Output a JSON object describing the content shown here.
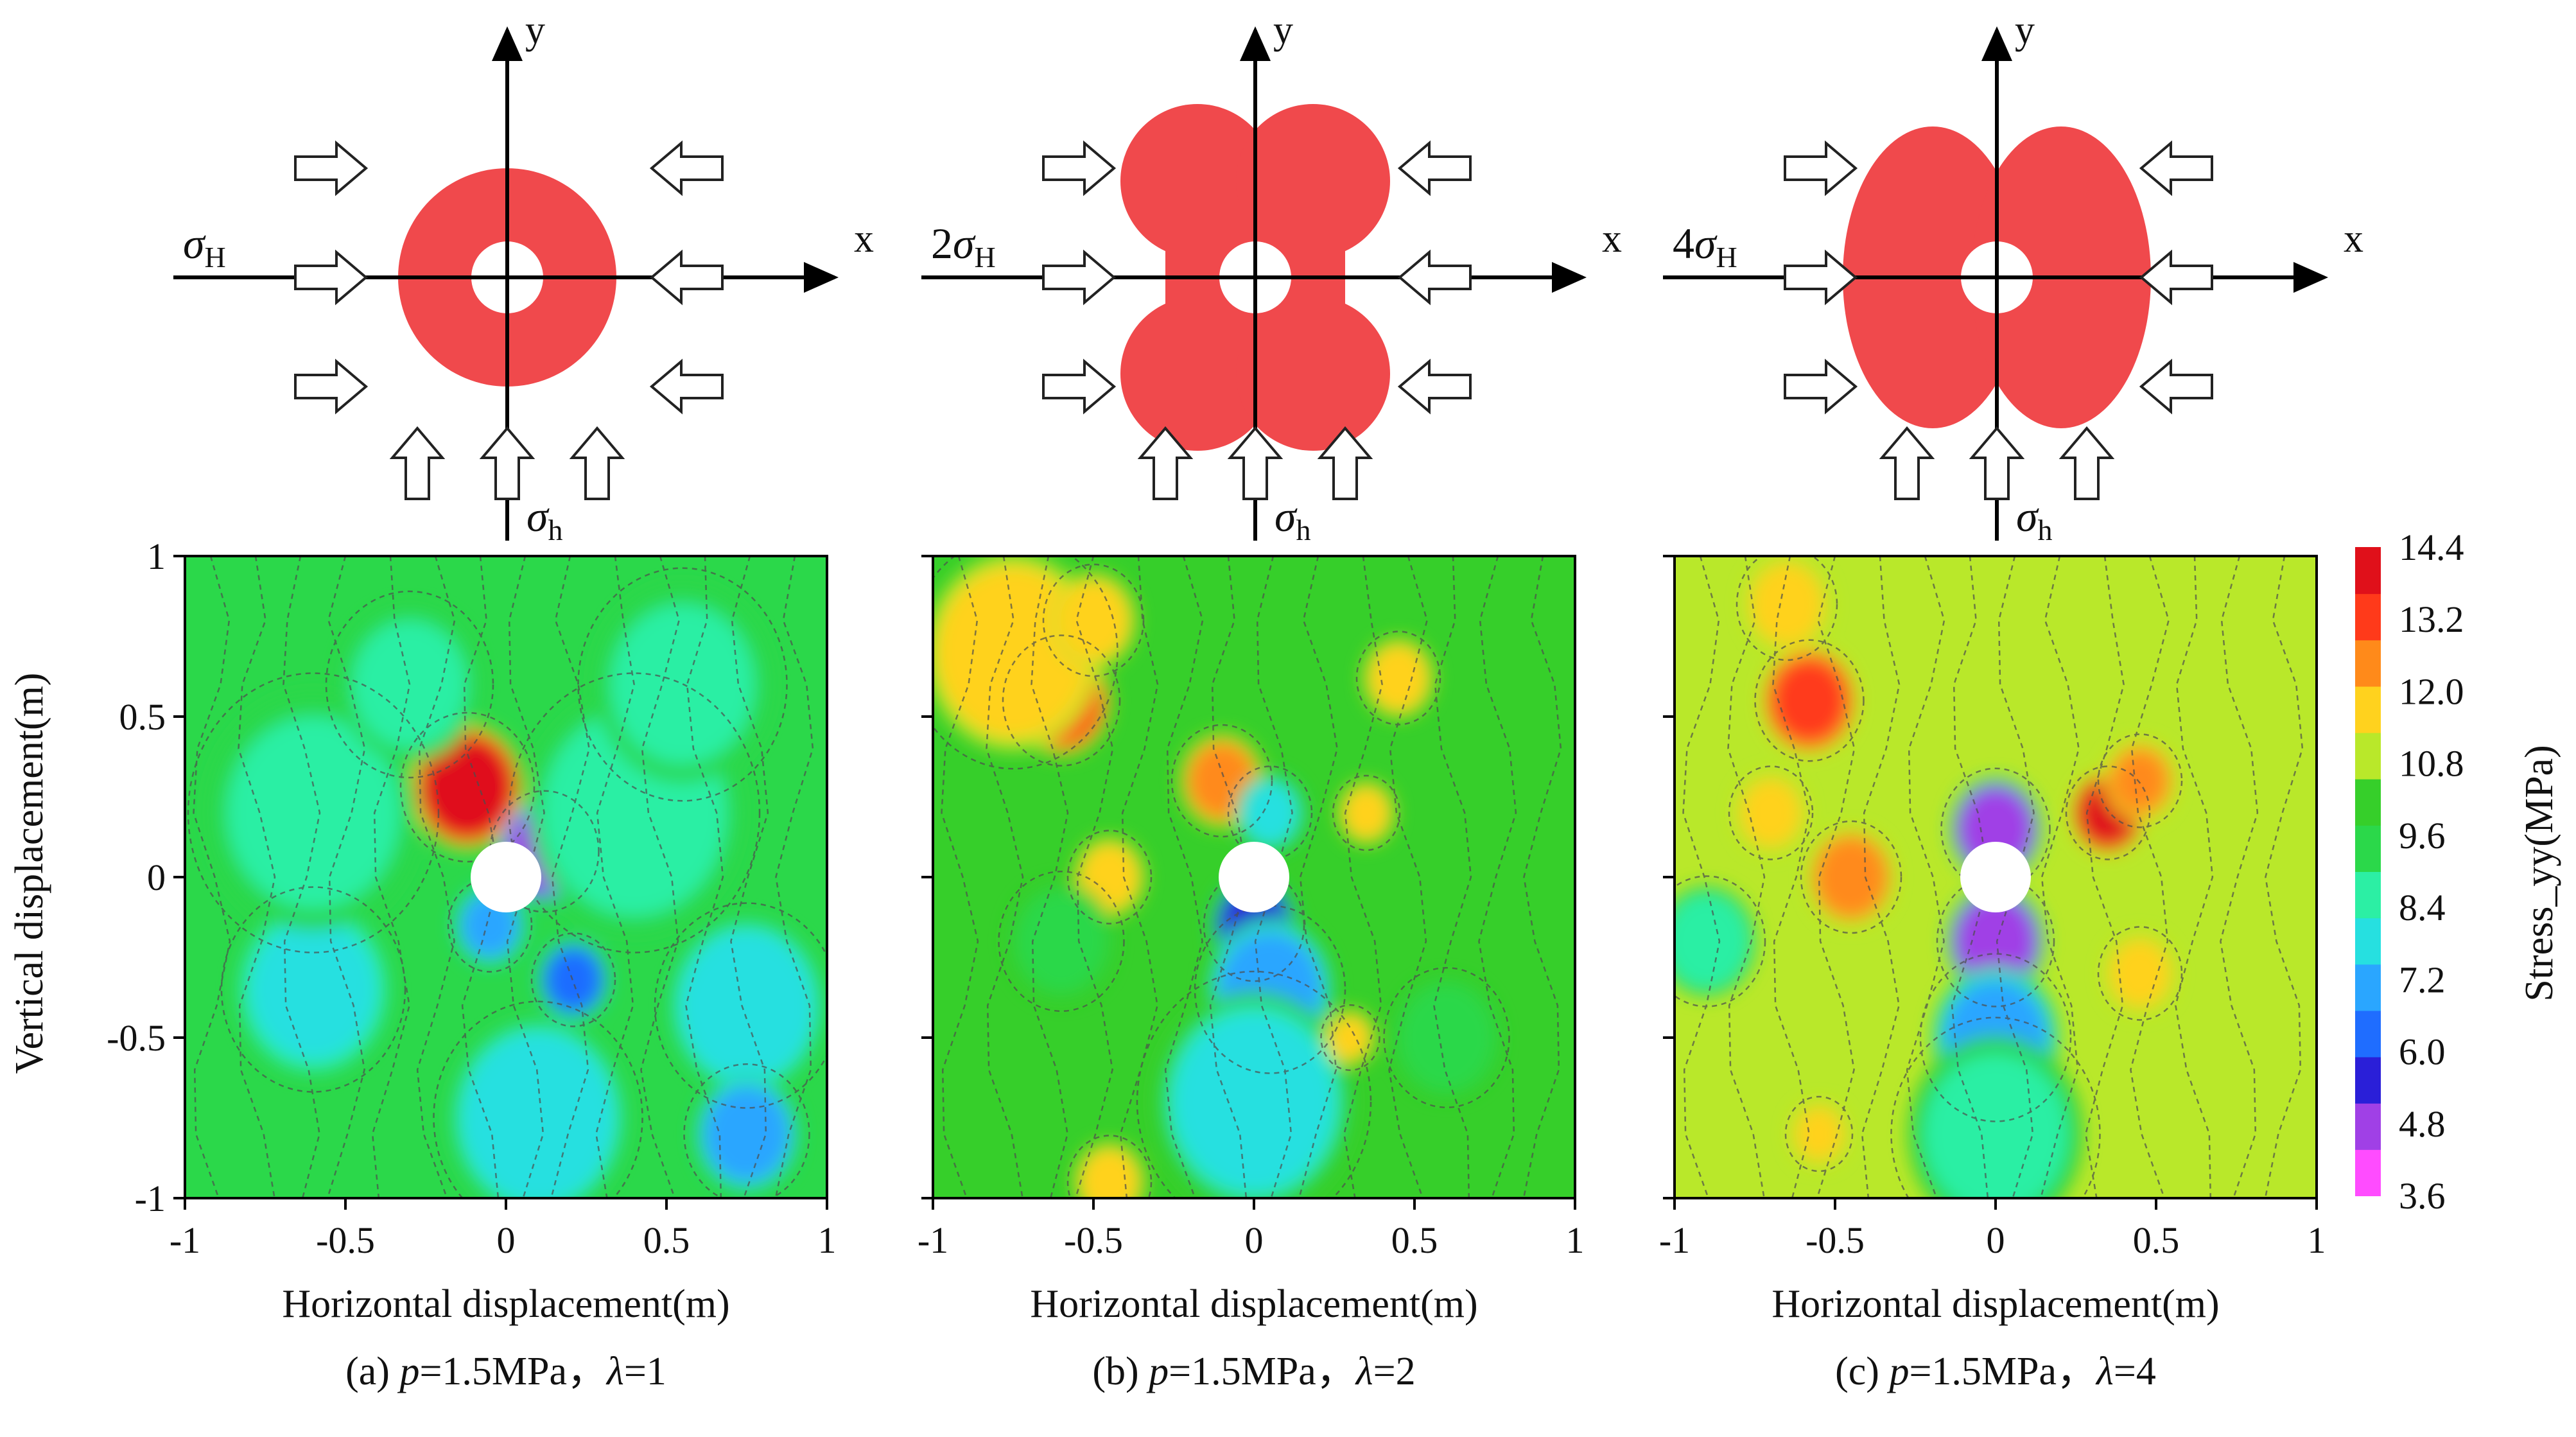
{
  "colors": {
    "lobe": "#f0494c",
    "colorbar_stops": [
      "#ff4cff",
      "#a040e6",
      "#2a1fd8",
      "#1f6dff",
      "#2aa6ff",
      "#26e0e0",
      "#2cefa4",
      "#2bd84a",
      "#36cf2a",
      "#b9e82a",
      "#ffd21e",
      "#ff8a1a",
      "#ff3a1a",
      "#e0101a"
    ],
    "contour_line": "#4d4d4d"
  },
  "icons": [
    "arrow-right-icon",
    "arrow-left-icon",
    "arrow-up-icon",
    "borehole-icon"
  ],
  "schematics": [
    {
      "x_label": "x",
      "y_label": "y",
      "h_label": "σ",
      "h_sub": "H",
      "h_prefix": "",
      "v_label": "σ",
      "v_sub": "h",
      "shape": "ring"
    },
    {
      "x_label": "x",
      "y_label": "y",
      "h_label": "σ",
      "h_sub": "H",
      "h_prefix": "2",
      "v_label": "σ",
      "v_sub": "h",
      "shape": "four-lobes"
    },
    {
      "x_label": "x",
      "y_label": "y",
      "h_label": "σ",
      "h_sub": "H",
      "h_prefix": "4",
      "v_label": "σ",
      "v_sub": "h",
      "shape": "two-lobes"
    }
  ],
  "chart_data": [
    {
      "type": "heatmap",
      "xlabel": "Horizontal displacement(m)",
      "ylabel": "Vertical displacement(m)",
      "xlim": [
        -1,
        1
      ],
      "ylim": [
        -1,
        1
      ],
      "x_ticks": [
        "-1",
        "-0.5",
        "0",
        "0.5",
        "1"
      ],
      "y_ticks": [
        "-1",
        "-0.5",
        "0",
        "0.5",
        "1"
      ],
      "caption": {
        "prefix": "(a) ",
        "p_var": "p",
        "p_val": "=1.5MPa，",
        "lam_var": "λ",
        "lam_val": "=1"
      },
      "base_stress": 9.6,
      "hotspots": [
        {
          "x": -0.12,
          "y": 0.28,
          "stress": 14.0,
          "r": 0.16
        },
        {
          "x": 0.12,
          "y": 0.08,
          "stress": 5.0,
          "r": 0.13
        },
        {
          "x": 0.21,
          "y": -0.32,
          "stress": 6.0,
          "r": 0.1
        },
        {
          "x": -0.05,
          "y": -0.15,
          "stress": 6.8,
          "r": 0.1
        },
        {
          "x": 0.1,
          "y": -0.75,
          "stress": 7.6,
          "r": 0.25
        },
        {
          "x": -0.6,
          "y": -0.35,
          "stress": 7.8,
          "r": 0.22
        },
        {
          "x": 0.75,
          "y": -0.4,
          "stress": 7.6,
          "r": 0.22
        },
        {
          "x": 0.75,
          "y": -0.8,
          "stress": 7.2,
          "r": 0.15
        },
        {
          "x": 0.4,
          "y": 0.2,
          "stress": 8.6,
          "r": 0.3
        },
        {
          "x": -0.6,
          "y": 0.2,
          "stress": 8.8,
          "r": 0.3
        },
        {
          "x": 0.55,
          "y": 0.6,
          "stress": 8.8,
          "r": 0.25
        },
        {
          "x": -0.3,
          "y": 0.6,
          "stress": 8.9,
          "r": 0.2
        }
      ]
    },
    {
      "type": "heatmap",
      "xlabel": "Horizontal displacement(m)",
      "ylabel": "",
      "xlim": [
        -1,
        1
      ],
      "ylim": [
        -1,
        1
      ],
      "x_ticks": [
        "-1",
        "-0.5",
        "0",
        "0.5",
        "1"
      ],
      "y_ticks": [],
      "caption": {
        "prefix": "(b) ",
        "p_var": "p",
        "p_val": "=1.5MPa，",
        "lam_var": "λ",
        "lam_val": "=2"
      },
      "base_stress": 10.4,
      "hotspots": [
        {
          "x": -0.6,
          "y": 0.55,
          "stress": 13.6,
          "r": 0.14
        },
        {
          "x": -0.75,
          "y": 0.7,
          "stress": 11.8,
          "r": 0.25
        },
        {
          "x": -0.5,
          "y": 0.8,
          "stress": 12.0,
          "r": 0.12
        },
        {
          "x": -0.1,
          "y": 0.3,
          "stress": 12.2,
          "r": 0.12
        },
        {
          "x": 0.45,
          "y": 0.62,
          "stress": 11.8,
          "r": 0.1
        },
        {
          "x": 0.35,
          "y": 0.2,
          "stress": 12.0,
          "r": 0.08
        },
        {
          "x": -0.45,
          "y": 0.0,
          "stress": 12.0,
          "r": 0.1
        },
        {
          "x": 0.0,
          "y": -0.15,
          "stress": 5.2,
          "r": 0.12
        },
        {
          "x": 0.05,
          "y": -0.35,
          "stress": 7.0,
          "r": 0.18
        },
        {
          "x": 0.0,
          "y": -0.7,
          "stress": 8.2,
          "r": 0.28
        },
        {
          "x": 0.05,
          "y": 0.2,
          "stress": 8.0,
          "r": 0.1
        },
        {
          "x": -0.6,
          "y": -0.2,
          "stress": 9.2,
          "r": 0.15
        },
        {
          "x": 0.6,
          "y": -0.5,
          "stress": 9.0,
          "r": 0.15
        },
        {
          "x": -0.45,
          "y": -0.95,
          "stress": 12.0,
          "r": 0.1
        },
        {
          "x": 0.3,
          "y": -0.5,
          "stress": 12.0,
          "r": 0.07
        }
      ]
    },
    {
      "type": "heatmap",
      "xlabel": "Horizontal displacement(m)",
      "ylabel": "",
      "xlim": [
        -1,
        1
      ],
      "ylim": [
        -1,
        1
      ],
      "x_ticks": [
        "-1",
        "-0.5",
        "0",
        "0.5",
        "1"
      ],
      "y_ticks": [],
      "caption": {
        "prefix": "(c) ",
        "p_var": "p",
        "p_val": "=1.5MPa，",
        "lam_var": "λ",
        "lam_val": "=4"
      },
      "base_stress": 10.6,
      "hotspots": [
        {
          "x": -0.58,
          "y": 0.55,
          "stress": 13.6,
          "r": 0.13
        },
        {
          "x": -0.65,
          "y": 0.85,
          "stress": 11.6,
          "r": 0.12
        },
        {
          "x": 0.35,
          "y": 0.2,
          "stress": 14.0,
          "r": 0.1
        },
        {
          "x": 0.45,
          "y": 0.3,
          "stress": 12.2,
          "r": 0.1
        },
        {
          "x": -0.45,
          "y": 0.0,
          "stress": 12.6,
          "r": 0.12
        },
        {
          "x": -0.7,
          "y": 0.2,
          "stress": 11.8,
          "r": 0.1
        },
        {
          "x": 0.0,
          "y": 0.15,
          "stress": 5.0,
          "r": 0.13
        },
        {
          "x": 0.0,
          "y": -0.2,
          "stress": 4.6,
          "r": 0.14
        },
        {
          "x": 0.0,
          "y": -0.5,
          "stress": 7.2,
          "r": 0.18
        },
        {
          "x": 0.0,
          "y": -0.8,
          "stress": 8.6,
          "r": 0.25
        },
        {
          "x": -0.9,
          "y": -0.2,
          "stress": 8.4,
          "r": 0.14
        },
        {
          "x": 0.45,
          "y": -0.3,
          "stress": 12.0,
          "r": 0.1
        },
        {
          "x": -0.55,
          "y": -0.8,
          "stress": 12.0,
          "r": 0.08
        }
      ]
    }
  ],
  "colorbar": {
    "label": "Stress_yy(MPa)",
    "ticks": [
      "14.4",
      "13.2",
      "12.0",
      "10.8",
      "9.6",
      "8.4",
      "7.2",
      "6.0",
      "4.8",
      "3.6"
    ],
    "min": 3.6,
    "max": 14.4
  }
}
